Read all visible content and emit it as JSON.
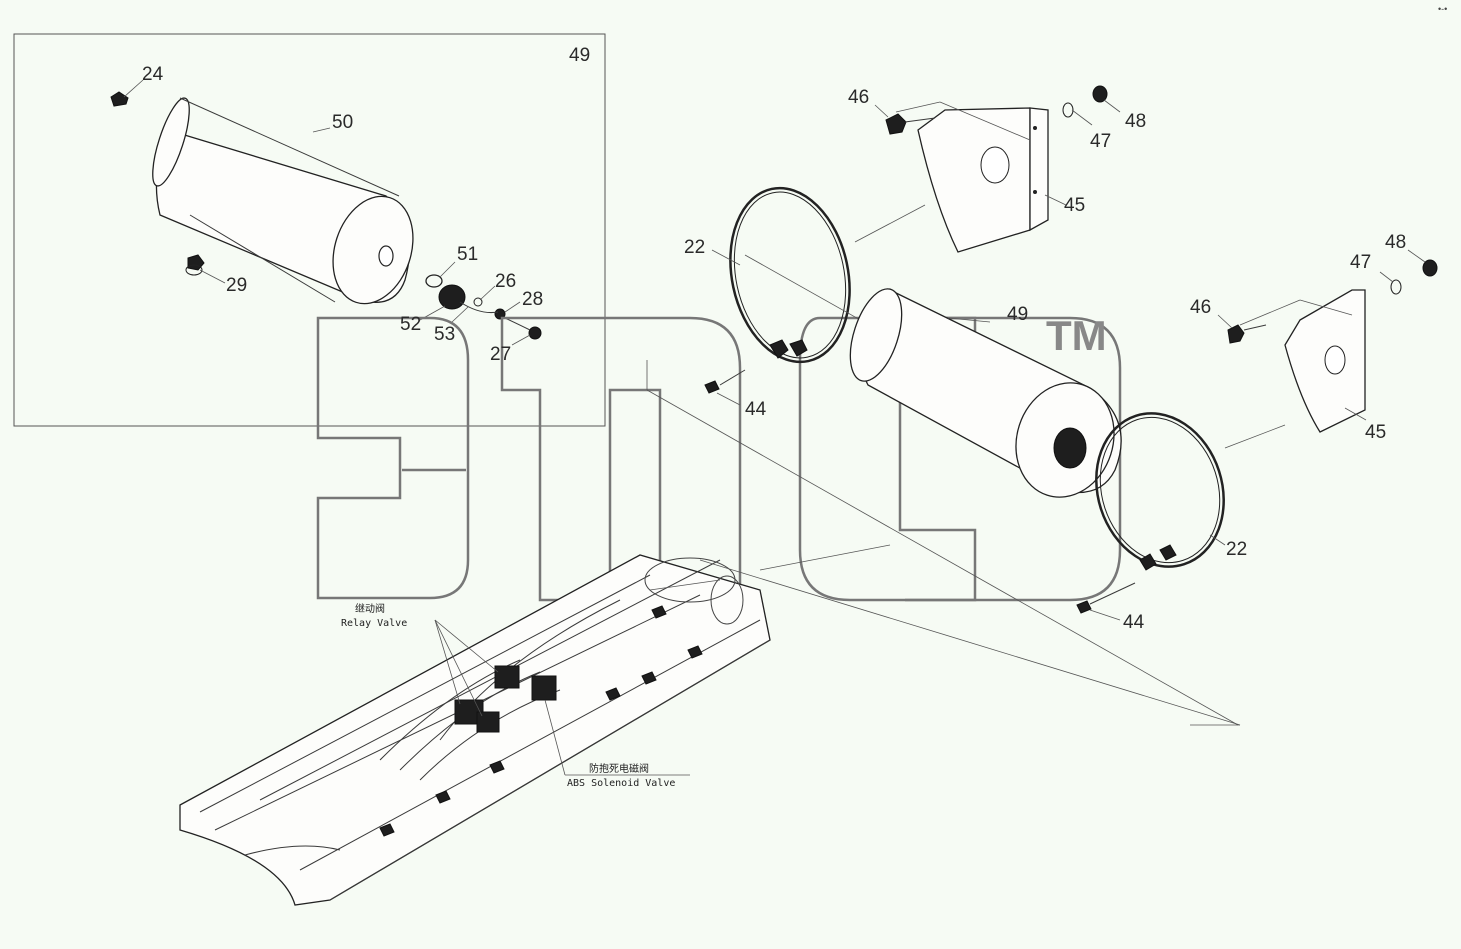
{
  "watermark": {
    "text": "ЭПСЭ",
    "tm": "TM"
  },
  "corner_mark": "•-•",
  "inset": {
    "label": "49"
  },
  "callouts": {
    "c24": "24",
    "c50": "50",
    "c29": "29",
    "c51": "51",
    "c26": "26",
    "c28": "28",
    "c52": "52",
    "c53": "53",
    "c27": "27",
    "c46a": "46",
    "c47a": "47",
    "c48a": "48",
    "c45a": "45",
    "c22a": "22",
    "c49b": "49",
    "c44a": "44",
    "c46b": "46",
    "c47b": "47",
    "c48b": "48",
    "c45b": "45",
    "c22b": "22",
    "c44b": "44"
  },
  "chassis_labels": {
    "relay_cn": "继动阀",
    "relay_en": "Relay Valve",
    "abs_cn": "防抱死电磁阀",
    "abs_en": "ABS Solenoid Valve"
  }
}
